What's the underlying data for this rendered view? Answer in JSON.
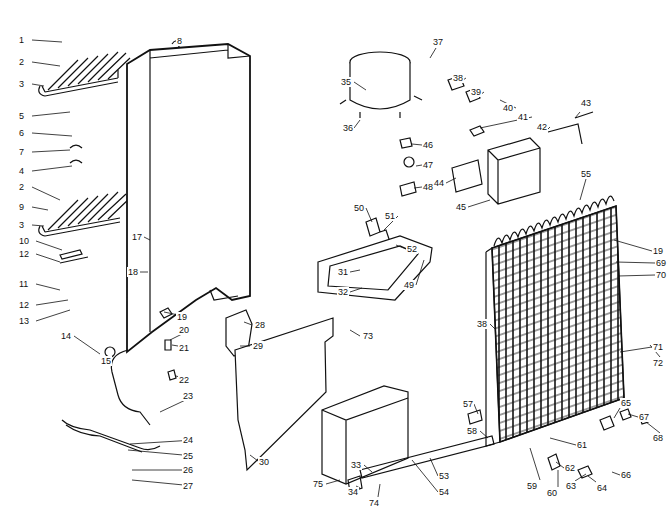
{
  "diagram": {
    "labels": [
      "1",
      "2",
      "3",
      "5",
      "6",
      "7",
      "4",
      "2",
      "9",
      "3",
      "10",
      "12",
      "11",
      "12",
      "13",
      "14",
      "15",
      "8",
      "17",
      "18",
      "19",
      "20",
      "21",
      "22",
      "23",
      "24",
      "25",
      "26",
      "27",
      "28",
      "29",
      "30",
      "35",
      "36",
      "37",
      "38",
      "39",
      "40",
      "41",
      "42",
      "43",
      "46",
      "47",
      "48",
      "44",
      "45",
      "50",
      "51",
      "52",
      "31",
      "32",
      "49",
      "73",
      "33",
      "34",
      "75",
      "74",
      "53",
      "54",
      "57",
      "58",
      "38",
      "55",
      "19",
      "69",
      "70",
      "71",
      "72",
      "59",
      "60",
      "61",
      "62",
      "63",
      "64",
      "65",
      "66",
      "67",
      "68"
    ]
  }
}
